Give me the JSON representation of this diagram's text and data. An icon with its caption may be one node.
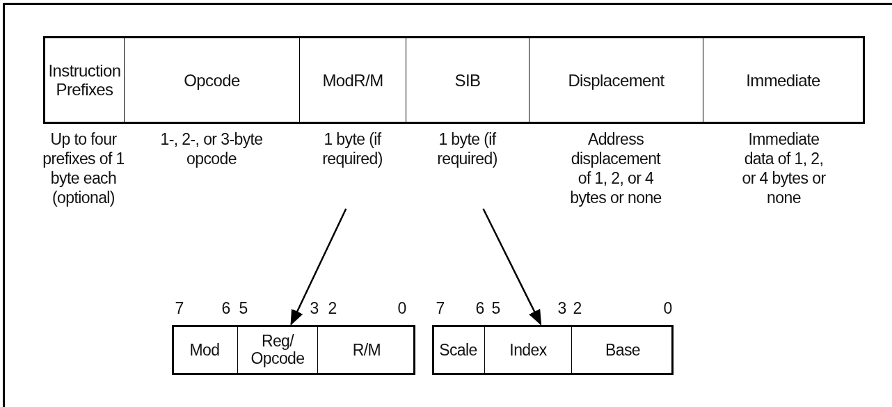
{
  "diagram": {
    "nodes": [
      {
        "text": [
          "Instruction Prefixes"
        ],
        "beside": [
          "Up to four prefixes of 1 byte each (optional)"
        ]
      },
      {
        "text": [
          "Opcode"
        ],
        "beside": [
          "1-, 2-, or 3-byte opcode"
        ]
      },
      {
        "text": [
          "ModR/M"
        ],
        "beside": [
          "1 byte (if required)"
        ]
      },
      {
        "text": [
          "SIB"
        ],
        "beside": [
          "1 byte (if required)"
        ]
      },
      {
        "text": [
          "Displacement"
        ],
        "beside": [
          "Address displacement of 1, 2, or 4 bytes or none"
        ]
      },
      {
        "text": [
          "Immediate"
        ],
        "beside": [
          "Immediate data of 1, 2, or 4 bytes or none"
        ]
      },
      {
        "text": [],
        "shape": "box"
      },
      {
        "text": [
          "Mod"
        ],
        "in": 6
      },
      {
        "text": [
          "Reg/ Opcode"
        ],
        "in": 6
      },
      {
        "text": [
          "R/M"
        ],
        "in": 6
      },
      {
        "text": [],
        "shape": "box"
      },
      {
        "text": [
          "Scale"
        ],
        "in": 10
      },
      {
        "text": [
          "Index"
        ],
        "in": 10
      },
      {
        "text": [
          "Base"
        ],
        "in": 10
      }
    ],
    "edges": [
      {
        "from": 2,
        "to": 6,
        "arrow": "to"
      },
      {
        "from": 3,
        "to": 10,
        "arrow": "to"
      }
    ],
    "labels": [
      "7",
      "6",
      "5",
      "3",
      "2",
      "0",
      "7",
      "6",
      "5",
      "3",
      "2",
      "0"
    ]
  }
}
